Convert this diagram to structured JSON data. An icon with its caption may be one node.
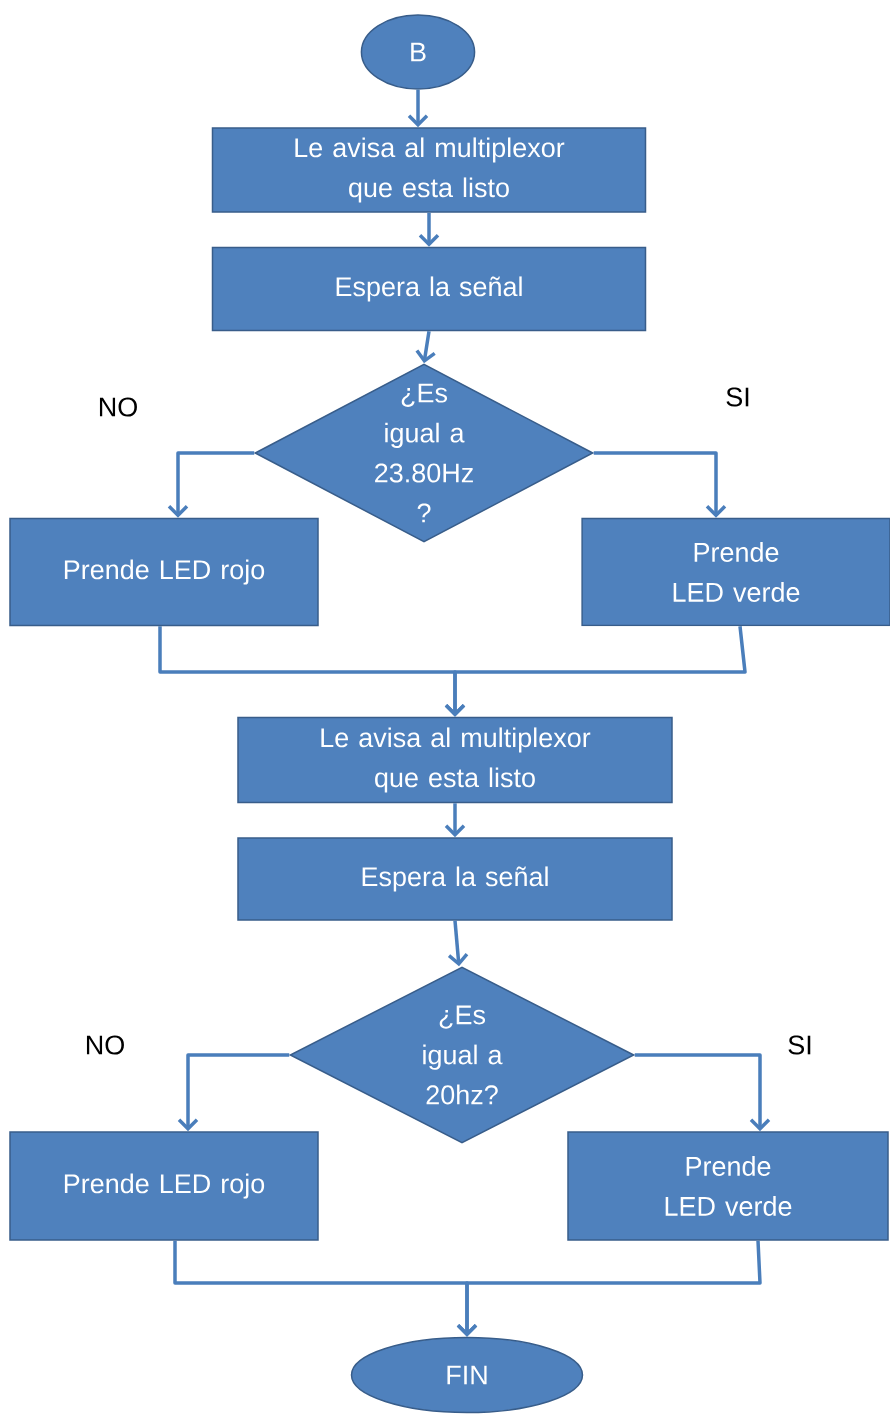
{
  "diagram": {
    "nodes": [
      {
        "text": [
          "B"
        ]
      },
      {
        "text": [
          "Le avisa al multiplexor que esta listo"
        ]
      },
      {
        "text": [
          "Espera la señal"
        ]
      },
      {
        "text": [
          "¿Es igual a 23.80Hz ?"
        ]
      },
      {
        "text": [
          "Prende LED rojo"
        ]
      },
      {
        "text": [
          "Prende LED verde"
        ]
      },
      {
        "text": [
          "Le avisa al multiplexor que esta listo"
        ]
      },
      {
        "text": [
          "Espera la señal"
        ]
      },
      {
        "text": [
          "¿Es igual a 20hz?"
        ]
      },
      {
        "text": [
          "Prende LED rojo"
        ]
      },
      {
        "text": [
          "Prende LED verde"
        ]
      },
      {
        "text": [
          "FIN"
        ]
      }
    ],
    "edges": [
      {
        "from": 0,
        "to": 1,
        "arrow": "to"
      },
      {
        "from": 1,
        "to": 2,
        "arrow": "to"
      },
      {
        "from": 2,
        "to": 3,
        "arrow": "to"
      },
      {
        "from": 3,
        "to": 4,
        "arrow": "to",
        "label": "NO"
      },
      {
        "from": 3,
        "to": 5,
        "arrow": "to",
        "label": "SI"
      },
      {
        "from": 4,
        "to": 6,
        "arrow": "to"
      },
      {
        "from": 5,
        "to": 6,
        "arrow": "to"
      },
      {
        "from": 6,
        "to": 7,
        "arrow": "to"
      },
      {
        "from": 7,
        "to": 8,
        "arrow": "to"
      },
      {
        "from": 8,
        "to": 9,
        "arrow": "to",
        "label": "NO"
      },
      {
        "from": 8,
        "to": 10,
        "arrow": "to",
        "label": "SI"
      },
      {
        "from": 9,
        "to": 11,
        "arrow": "to"
      },
      {
        "from": 10,
        "to": 11,
        "arrow": "to"
      }
    ]
  }
}
